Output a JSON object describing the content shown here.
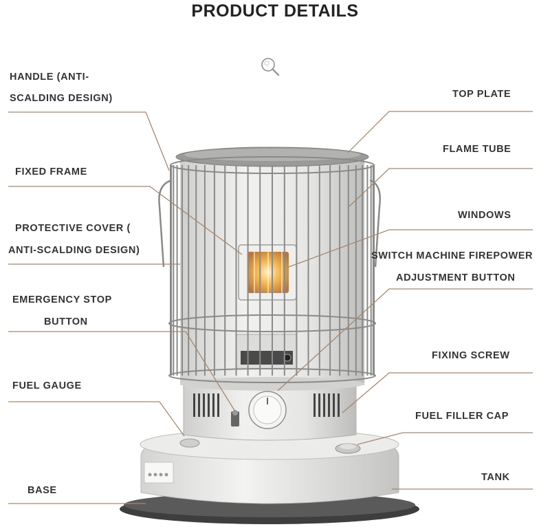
{
  "title": "PRODUCT DETAILS",
  "labels": {
    "handle_line1": "HANDLE (ANTI-",
    "handle_line2": "SCALDING DESIGN)",
    "fixed_frame": "FIXED FRAME",
    "protective_line1": "PROTECTIVE COVER (",
    "protective_line2": "ANTI-SCALDING DESIGN)",
    "emergency_line1": "EMERGENCY STOP",
    "emergency_line2": "BUTTON",
    "fuel_gauge": "FUEL GAUGE",
    "base": "BASE",
    "top_plate": "TOP PLATE",
    "flame_tube": "FLAME TUBE",
    "windows": "WINDOWS",
    "switch_line1": "SWITCH MACHINE FIREPOWER",
    "switch_line2": "ADJUSTMENT BUTTON",
    "fixing_screw": "FIXING SCREW",
    "fuel_filler_cap": "FUEL FILLER CAP",
    "tank": "TANK"
  },
  "icons": {
    "zoom": "magnifier-icon"
  },
  "colors": {
    "leader_line": "#a5886d",
    "heater_body": "#e8e8e6",
    "glow": "#f2b24a"
  }
}
